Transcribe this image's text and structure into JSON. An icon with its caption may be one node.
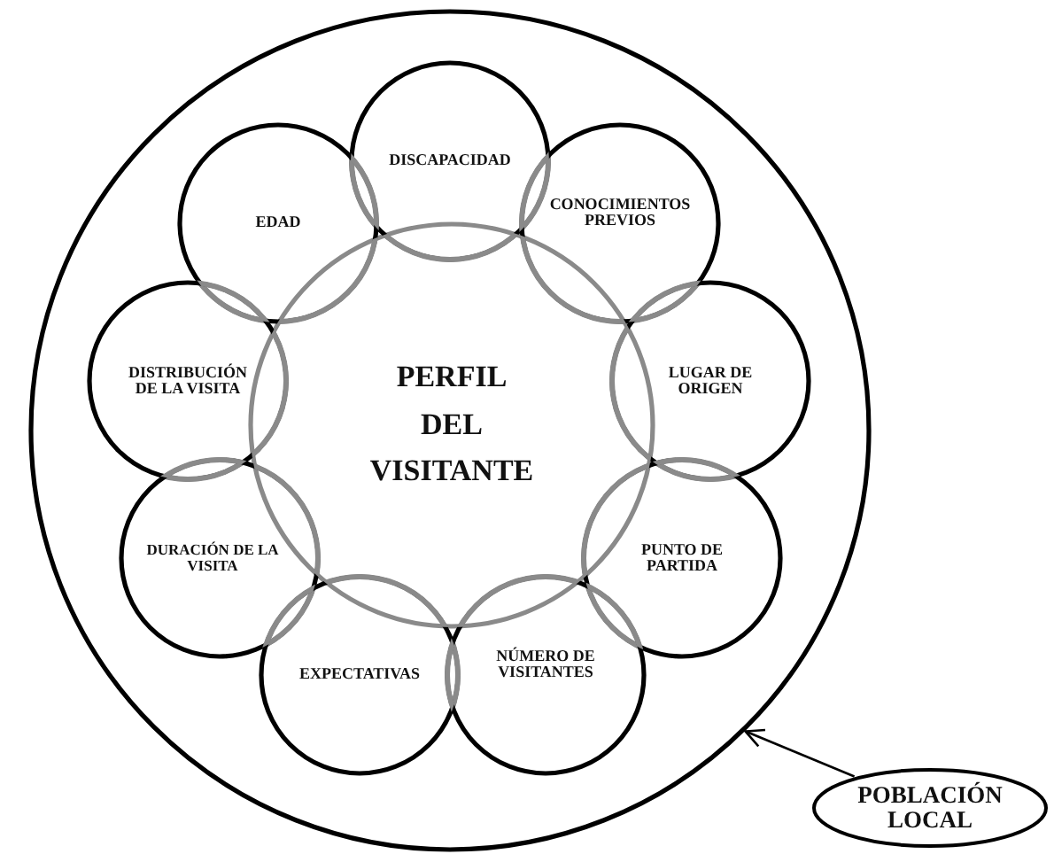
{
  "diagram": {
    "nodes": [
      {
        "text": [],
        "shape": "circle"
      },
      {
        "text": [
          "PERFIL DEL VISITANTE"
        ],
        "in": 0
      },
      {
        "text": [
          "DISCAPACIDAD"
        ],
        "in": 0
      },
      {
        "text": [
          "EDAD"
        ],
        "in": 0
      },
      {
        "text": [
          "CONOCIMIENTOS PREVIOS"
        ],
        "in": 0
      },
      {
        "text": [
          "DISTRIBUCIÓN DE LA VISITA"
        ],
        "in": 0
      },
      {
        "text": [
          "LUGAR DE ORIGEN"
        ],
        "in": 0
      },
      {
        "text": [
          "DURACIÓN DE LA VISITA"
        ],
        "in": 0
      },
      {
        "text": [
          "PUNTO DE PARTIDA"
        ],
        "in": 0
      },
      {
        "text": [
          "EXPECTATIVAS"
        ],
        "in": 0
      },
      {
        "text": [
          "NÚMERO DE VISITANTES"
        ],
        "in": 0
      },
      {
        "text": [
          "POBLACIÓN LOCAL"
        ]
      }
    ],
    "edges": [
      {
        "from": 11,
        "to": 0,
        "arrow": "to"
      }
    ]
  }
}
